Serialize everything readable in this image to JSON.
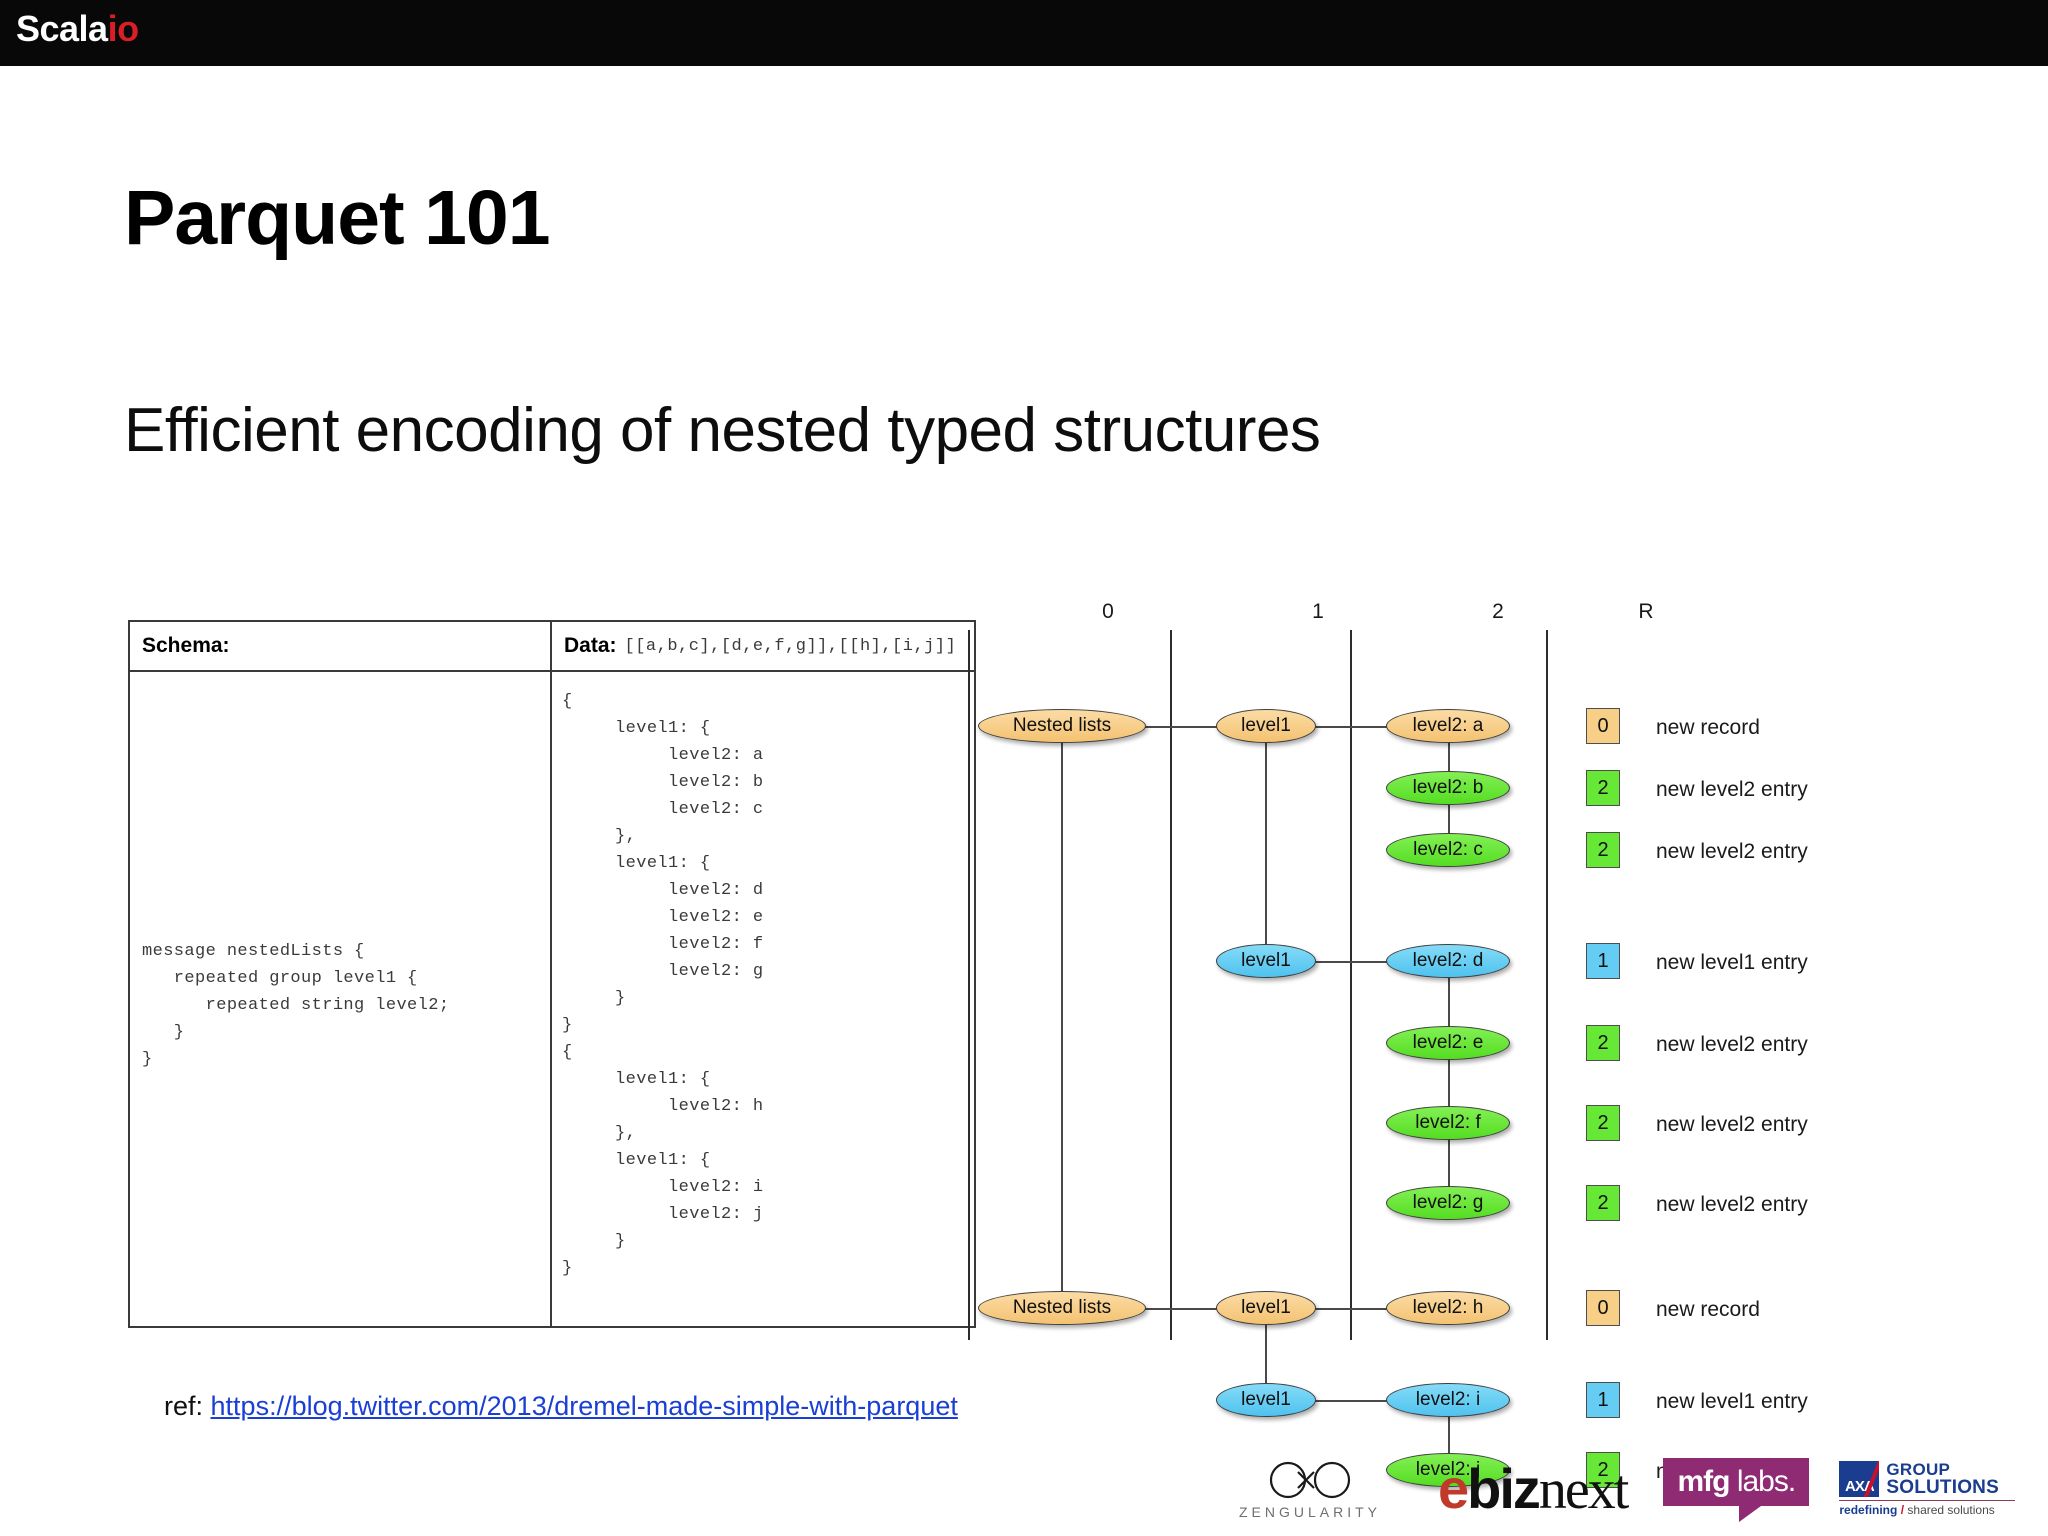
{
  "header": {
    "brand_main": "Scala",
    "brand_accent": "io"
  },
  "slide": {
    "title": "Parquet 101",
    "subtitle": "Efficient encoding of nested typed structures",
    "ref_prefix": "ref:",
    "ref_link": "https://blog.twitter.com/2013/dremel-made-simple-with-parquet"
  },
  "table": {
    "schema_header": "Schema:",
    "data_header": "Data:",
    "data_header_value": "[[a,b,c],[d,e,f,g]],[[h],[i,j]]",
    "schema_code": "message nestedLists {\n   repeated group level1 {\n      repeated string level2;\n   }\n}",
    "data_code": "{\n     level1: {\n          level2: a\n          level2: b\n          level2: c\n     },\n     level1: {\n          level2: d\n          level2: e\n          level2: f\n          level2: g\n     }\n}\n{\n     level1: {\n          level2: h\n     },\n     level1: {\n          level2: i\n          level2: j\n     }\n}"
  },
  "diagram": {
    "column_headers": [
      "0",
      "1",
      "2",
      "R"
    ],
    "colors": {
      "orange": "#f8cf86",
      "green": "#67e837",
      "blue": "#65cdf3"
    },
    "nodes": [
      {
        "label": "Nested lists",
        "color": "orange"
      },
      {
        "label": "level1",
        "color": "orange"
      },
      {
        "label": "level2: a",
        "color": "orange"
      },
      {
        "label": "level2: b",
        "color": "green"
      },
      {
        "label": "level2: c",
        "color": "green"
      },
      {
        "label": "level1",
        "color": "blue"
      },
      {
        "label": "level2: d",
        "color": "blue"
      },
      {
        "label": "level2: e",
        "color": "green"
      },
      {
        "label": "level2: f",
        "color": "green"
      },
      {
        "label": "level2: g",
        "color": "green"
      },
      {
        "label": "Nested lists",
        "color": "orange"
      },
      {
        "label": "level1",
        "color": "orange"
      },
      {
        "label": "level2: h",
        "color": "orange"
      },
      {
        "label": "level1",
        "color": "blue"
      },
      {
        "label": "level2: i",
        "color": "blue"
      },
      {
        "label": "level2: j",
        "color": "green"
      }
    ],
    "r_rows": [
      {
        "value": "0",
        "color": "orange",
        "text": "new record"
      },
      {
        "value": "2",
        "color": "green",
        "text": "new level2 entry"
      },
      {
        "value": "2",
        "color": "green",
        "text": "new level2 entry"
      },
      {
        "value": "1",
        "color": "blue",
        "text": "new level1 entry"
      },
      {
        "value": "2",
        "color": "green",
        "text": "new level2 entry"
      },
      {
        "value": "2",
        "color": "green",
        "text": "new level2 entry"
      },
      {
        "value": "2",
        "color": "green",
        "text": "new level2 entry"
      },
      {
        "value": "0",
        "color": "orange",
        "text": "new record"
      },
      {
        "value": "1",
        "color": "blue",
        "text": "new level1 entry"
      },
      {
        "value": "2",
        "color": "green",
        "text": "new level2 entry"
      }
    ]
  },
  "sponsors": {
    "zengularity": "ZENGULARITY",
    "ebiznext_e": "e",
    "ebiznext_biz": "biz",
    "ebiznext_next": "next",
    "mfg_m": "mfg",
    "mfg_labs": "labs.",
    "axa_mark": "AXA",
    "axa_line1": "GROUP",
    "axa_line2": "SOLUTIONS",
    "axa_sub_bold": "redefining",
    "axa_sub_slash": "/",
    "axa_sub_rest": "shared solutions"
  }
}
